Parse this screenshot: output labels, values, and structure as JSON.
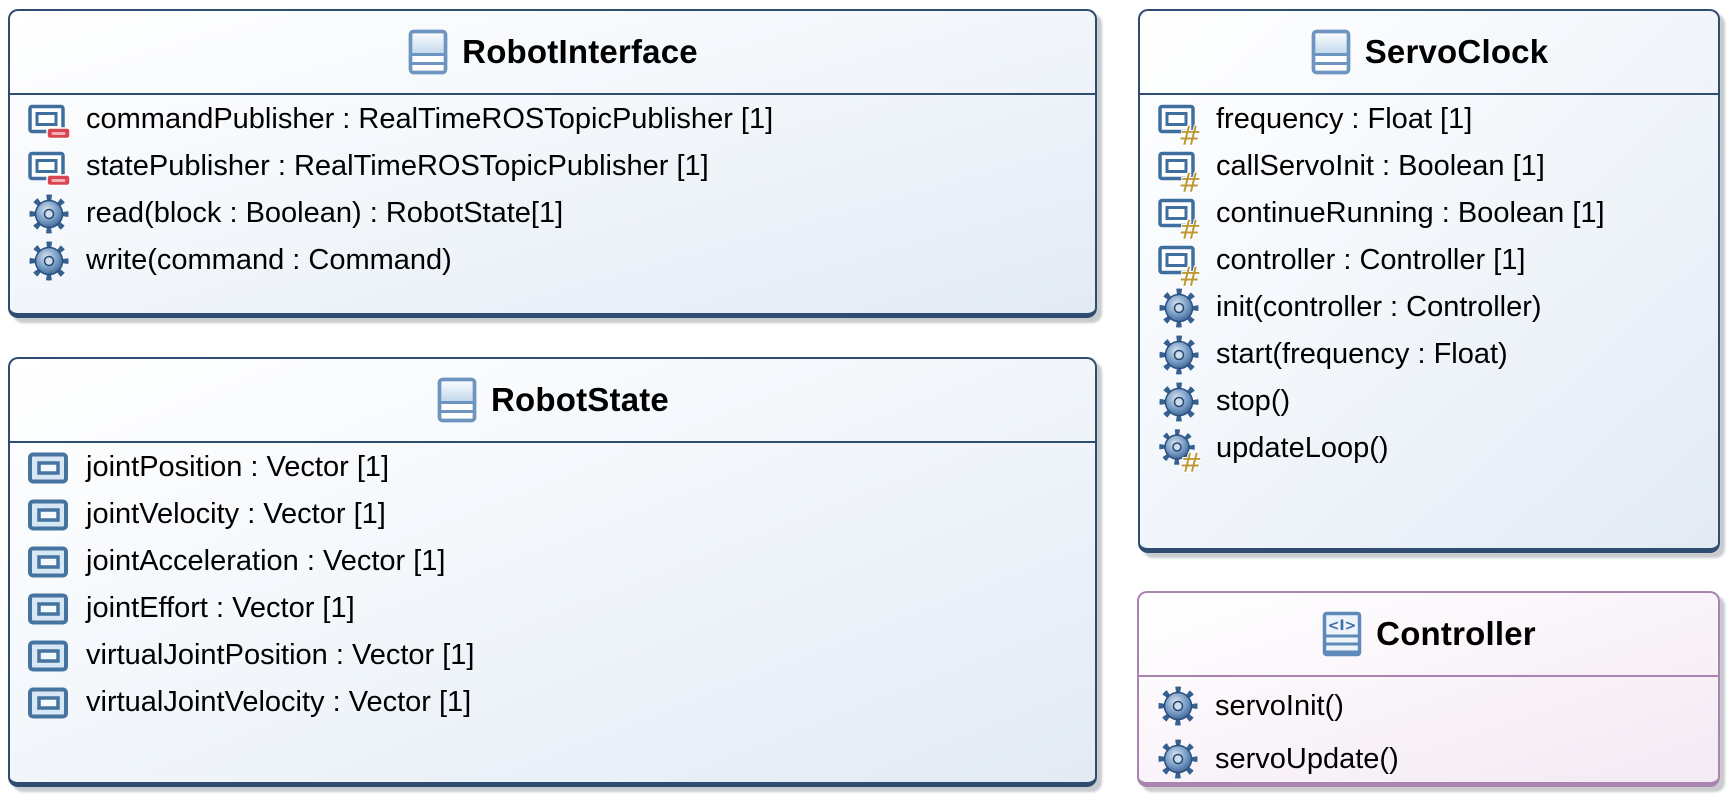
{
  "diagram": {
    "colors": {
      "class-border": "#2e4d71",
      "interface-border": "#a884ae",
      "icon-blue": "#3f6f9f",
      "private-red": "#d8454e",
      "protected-gold": "#bd9733",
      "box-fill-bottom-blue": "#e2eaf4",
      "box-fill-bottom-pink": "#f3eaf3"
    },
    "classes": [
      {
        "name": "RobotInterface",
        "kind": "class",
        "header_icon": "class-icon",
        "members": [
          {
            "icon": "private-attribute-icon",
            "text": "commandPublisher : RealTimeROSTopicPublisher [1]"
          },
          {
            "icon": "private-attribute-icon",
            "text": "statePublisher : RealTimeROSTopicPublisher [1]"
          },
          {
            "icon": "operation-icon",
            "text": "read(block : Boolean) : RobotState[1]"
          },
          {
            "icon": "operation-icon",
            "text": "write(command : Command)"
          }
        ]
      },
      {
        "name": "RobotState",
        "kind": "class",
        "header_icon": "class-icon",
        "members": [
          {
            "icon": "attribute-icon",
            "text": "jointPosition : Vector [1]"
          },
          {
            "icon": "attribute-icon",
            "text": "jointVelocity : Vector [1]"
          },
          {
            "icon": "attribute-icon",
            "text": "jointAcceleration : Vector [1]"
          },
          {
            "icon": "attribute-icon",
            "text": "jointEffort : Vector [1]"
          },
          {
            "icon": "attribute-icon",
            "text": "virtualJointPosition : Vector [1]"
          },
          {
            "icon": "attribute-icon",
            "text": "virtualJointVelocity : Vector [1]"
          }
        ]
      },
      {
        "name": "ServoClock",
        "kind": "class",
        "header_icon": "class-icon",
        "members": [
          {
            "icon": "protected-attribute-icon",
            "text": "frequency : Float [1]"
          },
          {
            "icon": "protected-attribute-icon",
            "text": "callServoInit : Boolean [1]"
          },
          {
            "icon": "protected-attribute-icon",
            "text": "continueRunning : Boolean [1]"
          },
          {
            "icon": "protected-attribute-icon",
            "text": "controller : Controller [1]"
          },
          {
            "icon": "operation-icon",
            "text": "init(controller : Controller)"
          },
          {
            "icon": "operation-icon",
            "text": "start(frequency : Float)"
          },
          {
            "icon": "operation-icon",
            "text": "stop()"
          },
          {
            "icon": "protected-operation-icon",
            "text": "updateLoop()"
          }
        ]
      },
      {
        "name": "Controller",
        "kind": "interface",
        "header_icon": "interface-icon",
        "members": [
          {
            "icon": "operation-icon",
            "text": "servoInit()"
          },
          {
            "icon": "operation-icon",
            "text": "servoUpdate()"
          }
        ]
      }
    ]
  }
}
